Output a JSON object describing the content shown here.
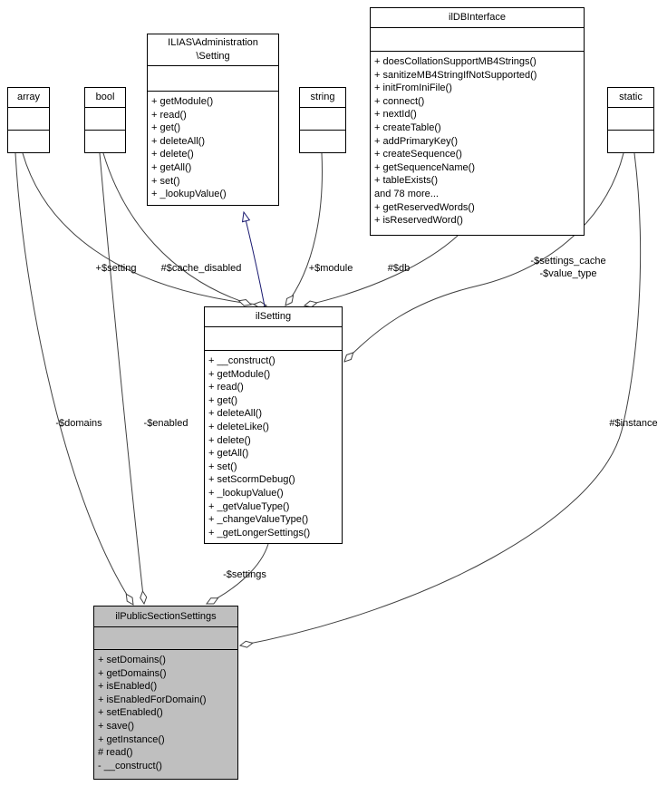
{
  "diagram": {
    "type": "uml-collaboration-diagram",
    "colors": {
      "node_border": "#000000",
      "node_fill": "#ffffff",
      "highlight_fill": "#bfbfbf",
      "usage_edge": "#404040",
      "inheritance_edge": "#191970"
    }
  },
  "classes": {
    "array": {
      "title": "array"
    },
    "bool": {
      "title": "bool"
    },
    "setting": {
      "title": "ILIAS\\Administration\n\\Setting",
      "methods": [
        "+ getModule()",
        "+ read()",
        "+ get()",
        "+ deleteAll()",
        "+ delete()",
        "+ getAll()",
        "+ set()",
        "+ _lookupValue()"
      ]
    },
    "string": {
      "title": "string"
    },
    "ildbinterface": {
      "title": "ilDBInterface",
      "methods": [
        "+ doesCollationSupportMB4Strings()",
        "+ sanitizeMB4StringIfNotSupported()",
        "+ initFromIniFile()",
        "+ connect()",
        "+ nextId()",
        "+ createTable()",
        "+ addPrimaryKey()",
        "+ createSequence()",
        "+ getSequenceName()",
        "+ tableExists()",
        "and 78 more...",
        "+ getReservedWords()",
        "+ isReservedWord()"
      ]
    },
    "static": {
      "title": "static"
    },
    "ilsetting": {
      "title": "ilSetting",
      "methods": [
        "+ __construct()",
        "+ getModule()",
        "+ read()",
        "+ get()",
        "+ deleteAll()",
        "+ deleteLike()",
        "+ delete()",
        "+ getAll()",
        "+ set()",
        "+ setScormDebug()",
        "+ _lookupValue()",
        "+ _getValueType()",
        "+ _changeValueType()",
        "+ _getLongerSettings()"
      ]
    },
    "ilpublicsectionsettings": {
      "title": "ilPublicSectionSettings",
      "methods": [
        "+ setDomains()",
        "+ getDomains()",
        "+ isEnabled()",
        "+ isEnabledForDomain()",
        "+ setEnabled()",
        "+ save()",
        "+ getInstance()",
        "# read()",
        "- __construct()"
      ]
    }
  },
  "edge_labels": {
    "setting": "+$setting",
    "cache_disabled": "#$cache_disabled",
    "module": "+$module",
    "db": "#$db",
    "settings_cache": "-$settings_cache\n-$value_type",
    "domains": "-$domains",
    "enabled": "-$enabled",
    "instance": "#$instance",
    "settings": "-$settings"
  }
}
